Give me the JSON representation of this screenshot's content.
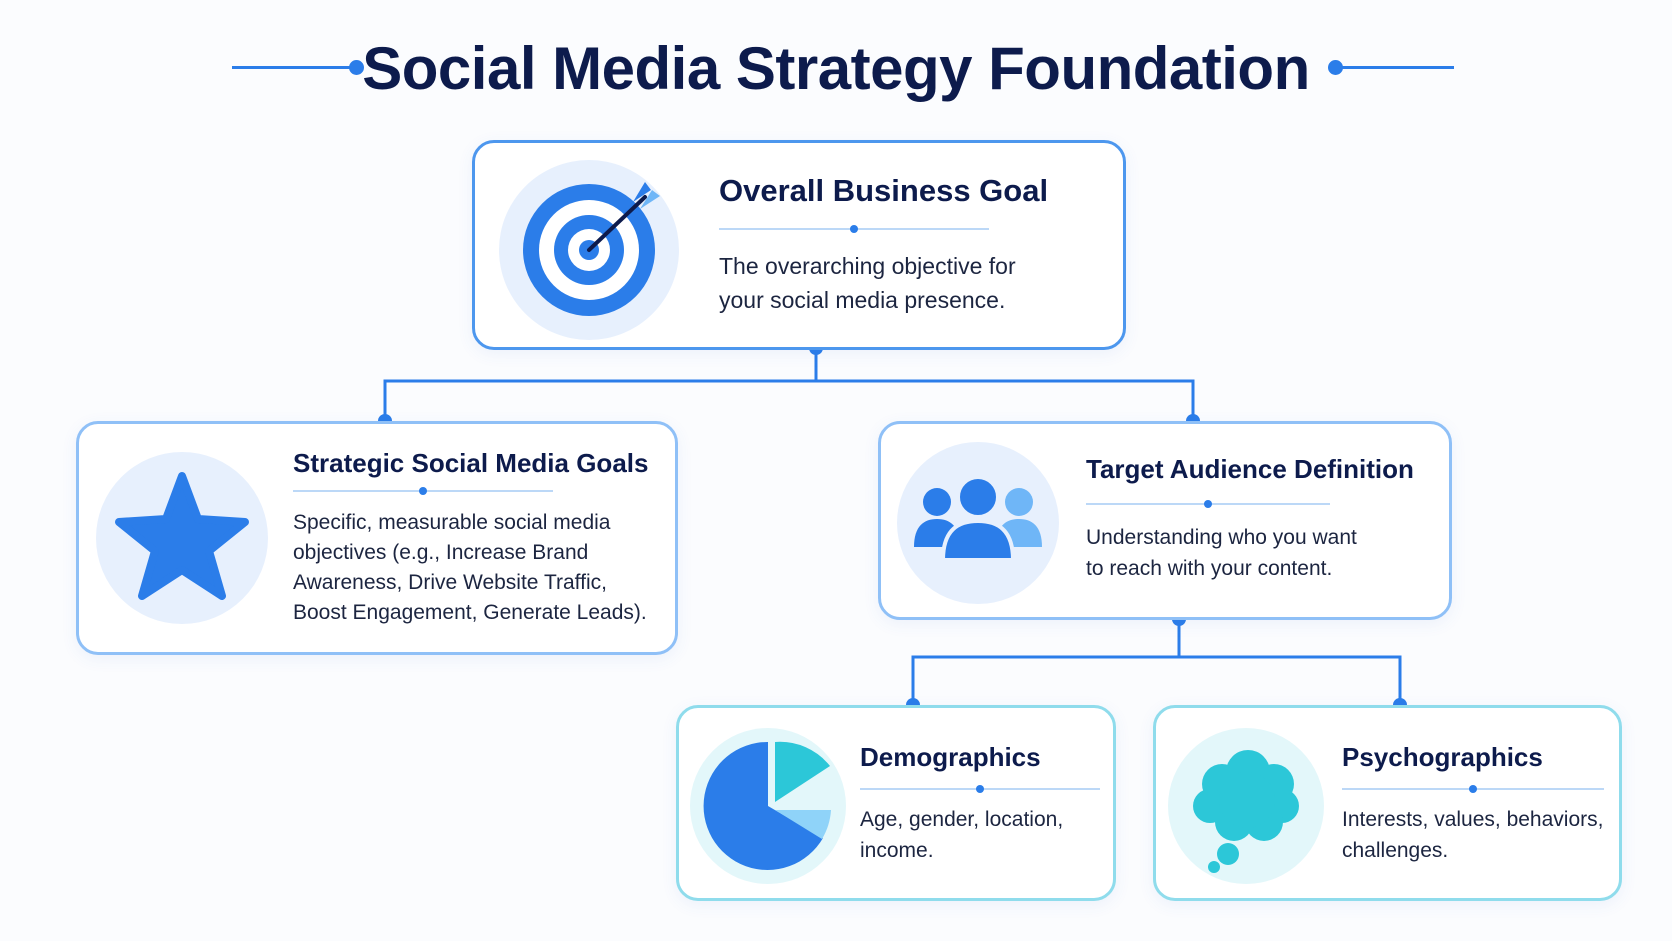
{
  "page": {
    "title": "Social Media Strategy Foundation"
  },
  "colors": {
    "accent": "#2b7de9",
    "navy": "#0d1b4c",
    "teal": "#2cc7d8",
    "light_blue": "#6fb6f7"
  },
  "nodes": {
    "business_goal": {
      "icon": "target-icon",
      "title": "Overall Business Goal",
      "description_lines": [
        "The overarching objective for",
        "your social media presence."
      ]
    },
    "strategic_goals": {
      "icon": "star-icon",
      "title": "Strategic Social Media Goals",
      "description_lines": [
        "Specific, measurable social media",
        "objectives (e.g., Increase Brand",
        "Awareness, Drive Website Traffic,",
        "Boost Engagement, Generate Leads)."
      ]
    },
    "target_audience": {
      "icon": "people-icon",
      "title": "Target Audience Definition",
      "description_lines": [
        "Understanding who you want",
        "to reach with your content."
      ]
    },
    "demographics": {
      "icon": "pie-chart-icon",
      "title": "Demographics",
      "description_lines": [
        "Age, gender, location,",
        "income."
      ]
    },
    "psychographics": {
      "icon": "thought-bubble-icon",
      "title": "Psychographics",
      "description_lines": [
        "Interests, values, behaviors,",
        "challenges."
      ]
    }
  },
  "edges": [
    {
      "from": "Overall Business Goal",
      "to": "Strategic Social Media Goals"
    },
    {
      "from": "Overall Business Goal",
      "to": "Target Audience Definition"
    },
    {
      "from": "Target Audience Definition",
      "to": "Demographics"
    },
    {
      "from": "Target Audience Definition",
      "to": "Psychographics"
    }
  ]
}
